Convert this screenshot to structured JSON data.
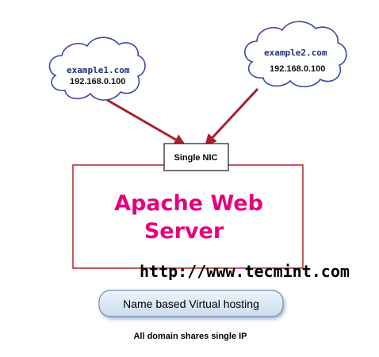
{
  "clouds": [
    {
      "domain": "example1.com",
      "ip": "192.168.0.100"
    },
    {
      "domain": "example2.com",
      "ip": "192.168.0.100"
    }
  ],
  "nic": {
    "label": "Single NIC"
  },
  "server": {
    "line1": "Apache Web",
    "line2": "Server"
  },
  "watermark": "http://www.tecmint.com",
  "callout": {
    "text": "Name based Virtual hosting"
  },
  "caption": "All domain shares single IP",
  "colors": {
    "cloud_stroke": "#3a4aa6",
    "arrow": "#a8202a",
    "server_border": "#b7323c",
    "server_title": "#e6007e",
    "callout_fill": "#d7e7f4",
    "callout_stroke": "#6f8fb4"
  }
}
